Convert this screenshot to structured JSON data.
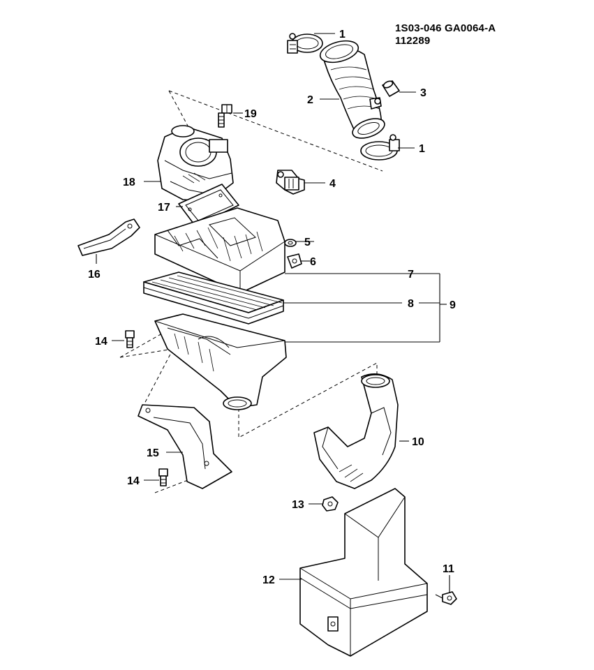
{
  "header": {
    "code_line1": "1S03-046 GA0064-A",
    "code_line2": "112289"
  },
  "callouts": {
    "c1a": "1",
    "c1b": "1",
    "c2": "2",
    "c3": "3",
    "c4": "4",
    "c5": "5",
    "c6": "6",
    "c7": "7",
    "c8": "8",
    "c9": "9",
    "c10": "10",
    "c11": "11",
    "c12": "12",
    "c13": "13",
    "c14a": "14",
    "c14b": "14",
    "c15": "15",
    "c16": "16",
    "c17": "17",
    "c18": "18",
    "c19": "19"
  }
}
